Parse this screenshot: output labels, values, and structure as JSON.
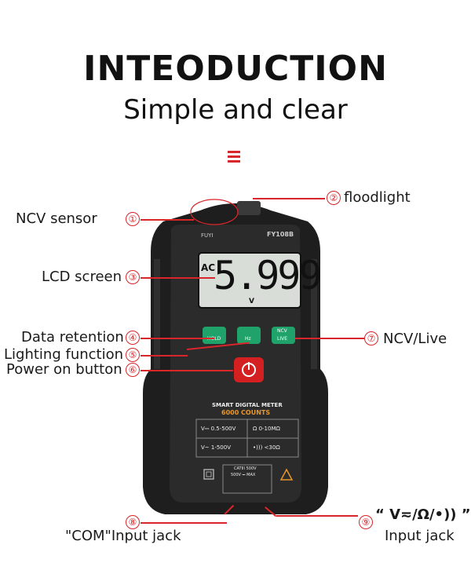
{
  "header": {
    "title": "INTEODUCTION",
    "subtitle": "Simple and clear"
  },
  "meter": {
    "brand": "FUYI",
    "model": "FY108B",
    "display_reading": "5.999",
    "display_mode": "AC",
    "display_unit": "V",
    "buttons": {
      "hold": "HOLD",
      "hz": "Hz",
      "ncv": "NCV",
      "live": "LIVE"
    },
    "panel_title": "SMART DIGITAL METER",
    "panel_counts": "6000 COUNTS",
    "spec_dc_v": "V⎓ 0.5-500V",
    "spec_ohm": "Ω  0-10MΩ",
    "spec_ac_v": "V~ 1-500V",
    "spec_cont": "•))) <30Ω",
    "jack_cat": "CATIII 500V",
    "jack_max": "500V ⎓ MAX"
  },
  "callouts": {
    "c1": {
      "num": "①",
      "label": "NCV sensor"
    },
    "c2": {
      "num": "②",
      "label": "floodlight"
    },
    "c3": {
      "num": "③",
      "label": "LCD screen"
    },
    "c4": {
      "num": "④",
      "label": "Data retention"
    },
    "c5": {
      "num": "⑤",
      "label": "Lighting function"
    },
    "c6": {
      "num": "⑥",
      "label": "Power on button"
    },
    "c7": {
      "num": "⑦",
      "label": "NCV/Live"
    },
    "c8": {
      "num": "⑧",
      "label": "\"COM\"Input jack"
    },
    "c9": {
      "num": "⑨",
      "symbols": "“ V≂/Ω/•)) ”",
      "label": "Input jack"
    }
  },
  "colors": {
    "accent": "#d8262a",
    "body": "#2b2b2b",
    "button_green": "#1fa36b",
    "button_red": "#d42020",
    "counts_orange": "#e8962a"
  }
}
